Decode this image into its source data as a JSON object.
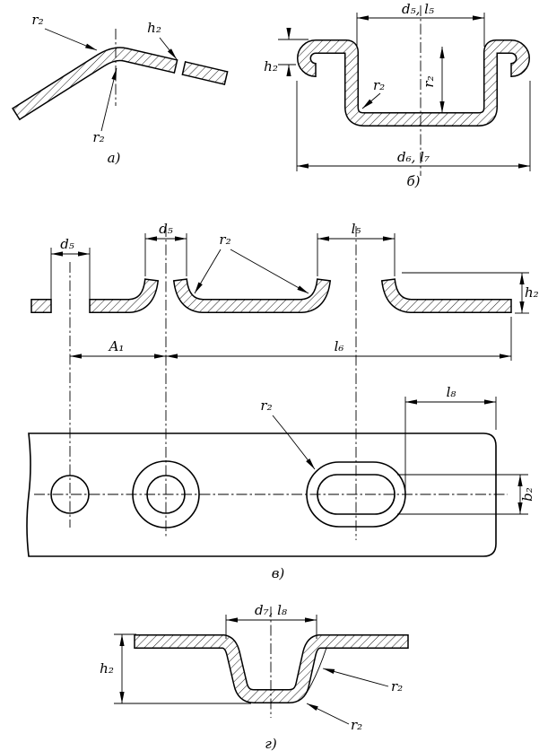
{
  "drawing": {
    "background": "#ffffff",
    "line_color": "#000000",
    "labels": {
      "r2": "r₂",
      "h2": "h₂",
      "d5": "d₅",
      "l5": "l₅",
      "l6": "l₆",
      "l8": "l₈",
      "A1": "A₁",
      "b2": "b₂",
      "d5_l5": "d₅, l₅",
      "d6_l7": "d₆, l₇",
      "d7_l8": "d₇, l₈"
    },
    "captions": {
      "a": "а)",
      "b": "б)",
      "v": "в)",
      "g": "г)"
    }
  }
}
